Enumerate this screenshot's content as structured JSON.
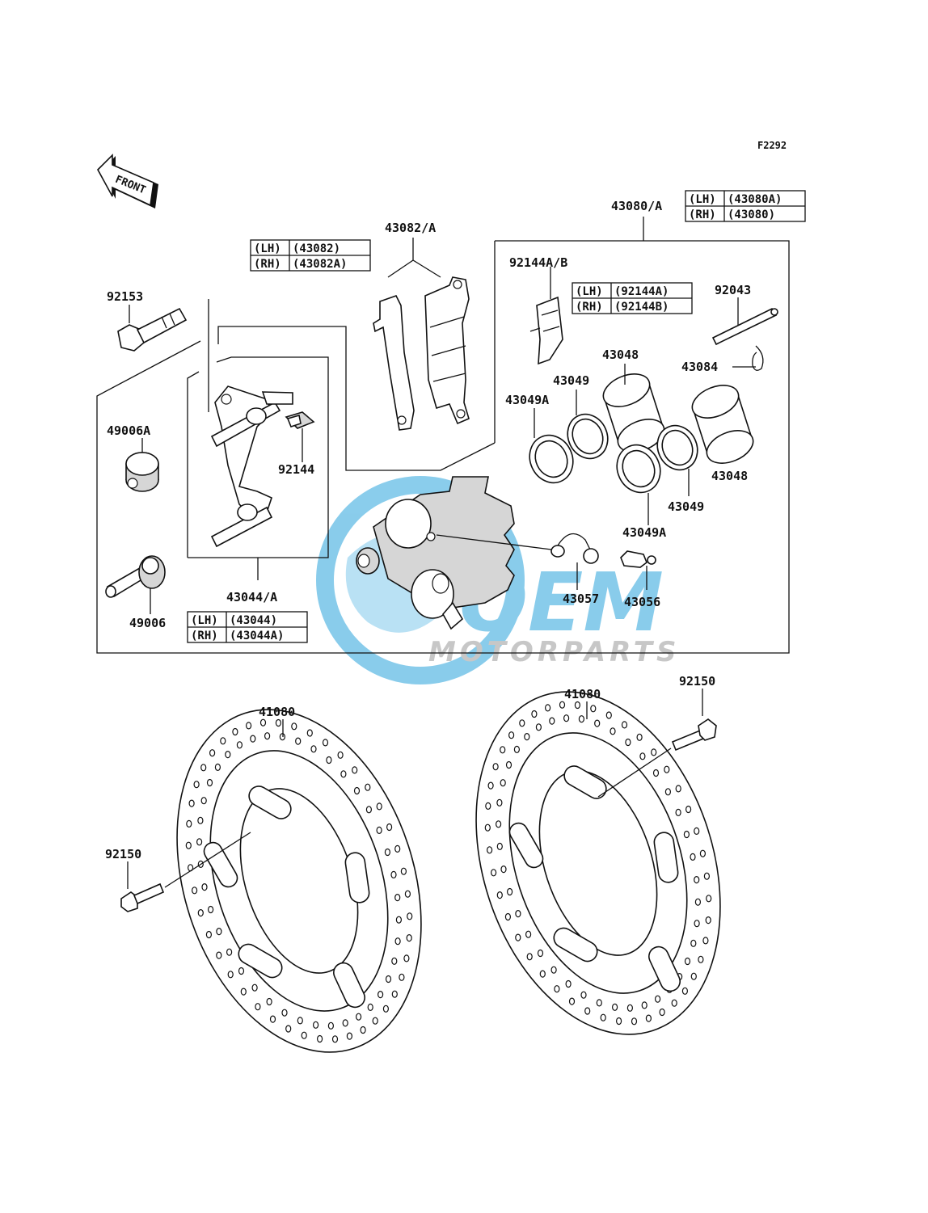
{
  "figure_code": "F2292",
  "front_arrow": {
    "label": "FRONT",
    "icon": "front-direction-arrow-icon"
  },
  "watermark": {
    "brand": "OEM",
    "subtitle": "MOTORPARTS",
    "color": "#2aa4dc"
  },
  "callouts": {
    "p43080A": "43080/A",
    "p43082A": "43082/A",
    "p92144AB": "92144A/B",
    "p92043": "92043",
    "p92153": "92153",
    "p43048_top": "43048",
    "p43084": "43084",
    "p43049_top": "43049",
    "p43049A_top": "43049A",
    "p49006A": "49006A",
    "p92144": "92144",
    "p43048_bottom": "43048",
    "p43049_bottom": "43049",
    "p43049A_bottom": "43049A",
    "p43057": "43057",
    "p43056": "43056",
    "p43044A": "43044/A",
    "p49006": "49006",
    "p41080_left": "41080",
    "p41080_right": "41080",
    "p92150_left": "92150",
    "p92150_right": "92150"
  },
  "tables": {
    "t43080": [
      {
        "side": "(LH)",
        "part": "(43080A)"
      },
      {
        "side": "(RH)",
        "part": "(43080)"
      }
    ],
    "t43082": [
      {
        "side": "(LH)",
        "part": "(43082)"
      },
      {
        "side": "(RH)",
        "part": "(43082A)"
      }
    ],
    "t92144": [
      {
        "side": "(LH)",
        "part": "(92144A)"
      },
      {
        "side": "(RH)",
        "part": "(92144B)"
      }
    ],
    "t43044": [
      {
        "side": "(LH)",
        "part": "(43044)"
      },
      {
        "side": "(RH)",
        "part": "(43044A)"
      }
    ]
  }
}
